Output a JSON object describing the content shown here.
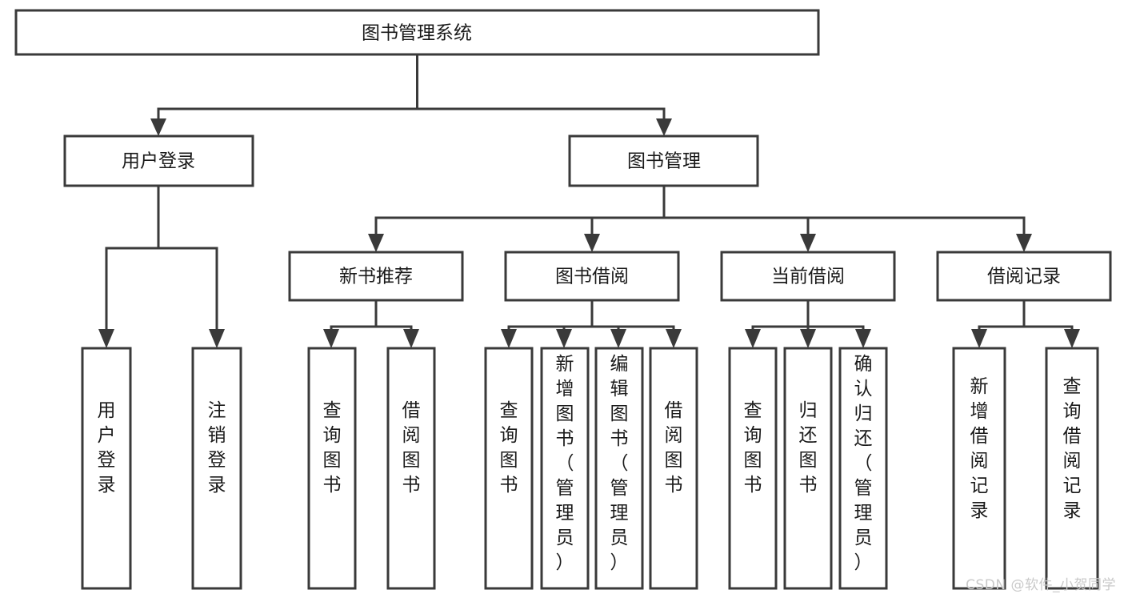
{
  "diagram": {
    "type": "tree-hierarchy",
    "title": "图书管理系统",
    "orientation": "top-down",
    "colors": {
      "box_stroke": "#3a3a3a",
      "box_fill": "#ffffff",
      "text": "#1a1a1a",
      "background": "#ffffff",
      "watermark": "#c9c9c9"
    },
    "levels": [
      {
        "level": 1,
        "nodes": [
          {
            "id": "root",
            "label": "图书管理系统",
            "orientation": "horizontal"
          }
        ]
      },
      {
        "level": 2,
        "nodes": [
          {
            "id": "login",
            "label": "用户登录",
            "orientation": "horizontal",
            "parent": "root"
          },
          {
            "id": "bookmgmt",
            "label": "图书管理",
            "orientation": "horizontal",
            "parent": "root"
          }
        ]
      },
      {
        "level": 3,
        "nodes": [
          {
            "id": "newbook",
            "label": "新书推荐",
            "orientation": "horizontal",
            "parent": "bookmgmt"
          },
          {
            "id": "borrow",
            "label": "图书借阅",
            "orientation": "horizontal",
            "parent": "bookmgmt"
          },
          {
            "id": "current",
            "label": "当前借阅",
            "orientation": "horizontal",
            "parent": "bookmgmt"
          },
          {
            "id": "records",
            "label": "借阅记录",
            "orientation": "horizontal",
            "parent": "bookmgmt"
          }
        ]
      },
      {
        "level": 4,
        "nodes": [
          {
            "id": "leaf-user-login",
            "label": "用户登录",
            "orientation": "vertical",
            "parent": "login"
          },
          {
            "id": "leaf-logout",
            "label": "注销登录",
            "orientation": "vertical",
            "parent": "login"
          },
          {
            "id": "leaf-query-book-1",
            "label": "查询图书",
            "orientation": "vertical",
            "parent": "newbook"
          },
          {
            "id": "leaf-borrow-book-1",
            "label": "借阅图书",
            "orientation": "vertical",
            "parent": "newbook"
          },
          {
            "id": "leaf-query-book-2",
            "label": "查询图书",
            "orientation": "vertical",
            "parent": "borrow"
          },
          {
            "id": "leaf-add-book",
            "label": "新增图书（管理员）",
            "orientation": "vertical",
            "parent": "borrow"
          },
          {
            "id": "leaf-edit-book",
            "label": "编辑图书（管理员）",
            "orientation": "vertical",
            "parent": "borrow"
          },
          {
            "id": "leaf-borrow-book-2",
            "label": "借阅图书",
            "orientation": "vertical",
            "parent": "borrow"
          },
          {
            "id": "leaf-query-book-3",
            "label": "查询图书",
            "orientation": "vertical",
            "parent": "current"
          },
          {
            "id": "leaf-return-book",
            "label": "归还图书",
            "orientation": "vertical",
            "parent": "current"
          },
          {
            "id": "leaf-confirm-return",
            "label": "确认归还（管理员）",
            "orientation": "vertical",
            "parent": "current"
          },
          {
            "id": "leaf-add-record",
            "label": "新增借阅记录",
            "orientation": "vertical",
            "parent": "records"
          },
          {
            "id": "leaf-query-record",
            "label": "查询借阅记录",
            "orientation": "vertical",
            "parent": "records"
          }
        ]
      }
    ]
  },
  "watermark": {
    "text": "CSDN @软件_小贺同学"
  }
}
